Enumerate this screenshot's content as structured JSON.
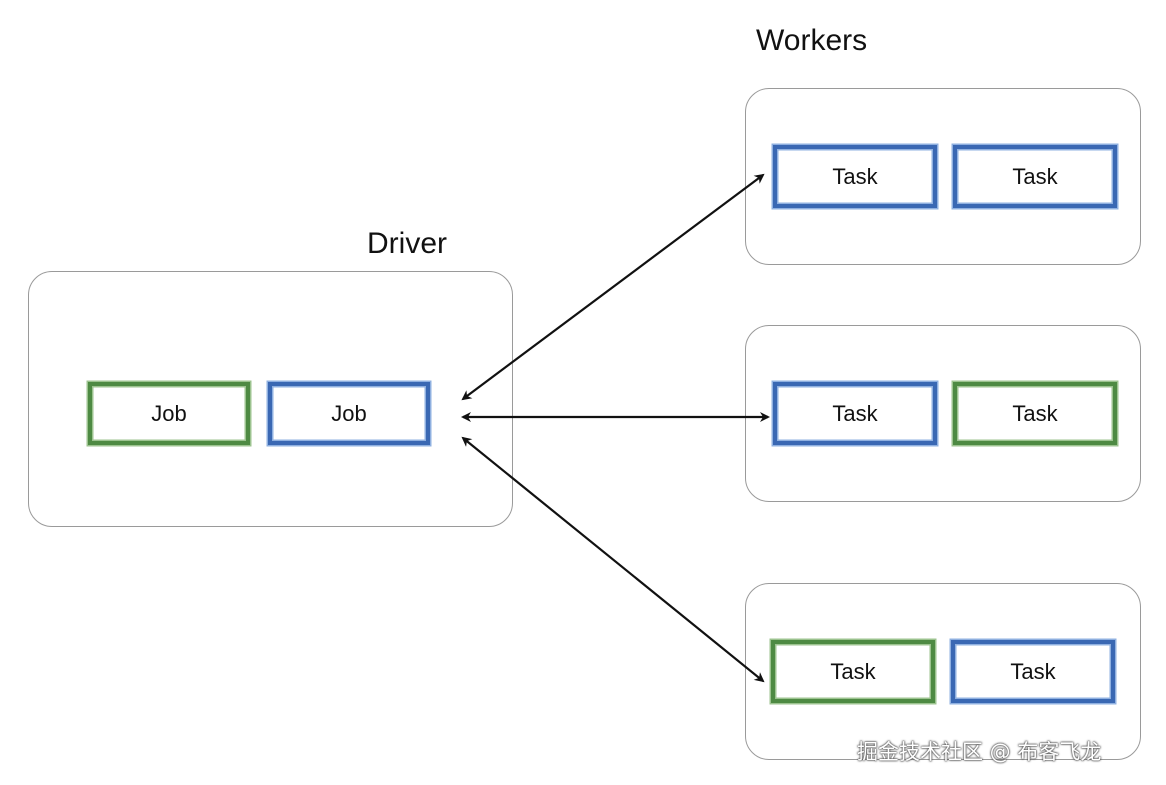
{
  "diagram": {
    "workers_title": "Workers",
    "driver_title": "Driver",
    "driver_jobs": [
      {
        "label": "Job",
        "color": "green"
      },
      {
        "label": "Job",
        "color": "blue"
      }
    ],
    "worker_rows": [
      {
        "tasks": [
          {
            "label": "Task",
            "color": "blue"
          },
          {
            "label": "Task",
            "color": "blue"
          }
        ]
      },
      {
        "tasks": [
          {
            "label": "Task",
            "color": "blue"
          },
          {
            "label": "Task",
            "color": "green"
          }
        ]
      },
      {
        "tasks": [
          {
            "label": "Task",
            "color": "green"
          },
          {
            "label": "Task",
            "color": "blue"
          }
        ]
      }
    ],
    "colors": {
      "green": "#4e8a43",
      "blue": "#3a68b3",
      "container_border": "#9a9a9a",
      "arrow": "#111111"
    }
  },
  "watermark": "掘金技术社区 @ 布客飞龙"
}
